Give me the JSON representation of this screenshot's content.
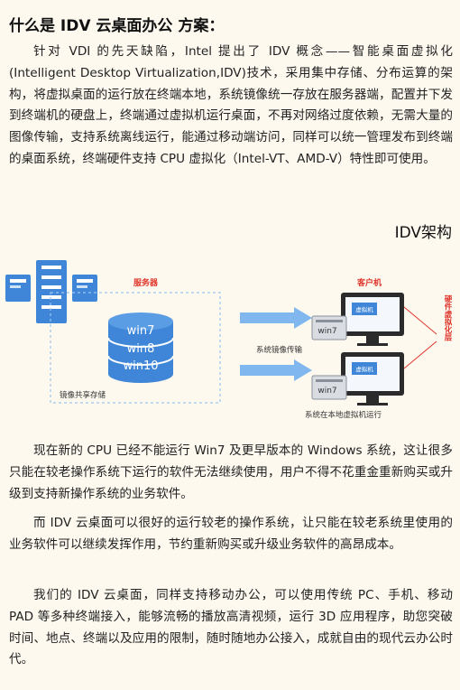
{
  "document": {
    "title": "什么是 IDV 云桌面办公 方案：",
    "intro": "针对 VDI 的先天缺陷，Intel 提出了 IDV 概念——智能桌面虚拟化(Intelligent Desktop Virtualization,IDV)技术，采用集中存储、分布运算的架构，将虚拟桌面的运行放在终端本地，系统镜像统一存放在服务器端，配置并下发到终端机的硬盘上，终端通过虚拟机运行桌面，不再对网络过度依赖，无需大量的图像传输，支持系统离线运行，能通过移动端访问，同样可以统一管理发布到终端的桌面系统，终端硬件支持 CPU 虚拟化（Intel-VT、AMD-V）特性即可使用。",
    "section_title": "IDV架构",
    "paragraphs": [
      "现在新的 CPU 已经不能运行 Win7 及更早版本的 Windows 系统，这让很多只能在较老操作系统下运行的软件无法继续使用，用户不得不花重金重新购买或升级到支持新操作系统的业务软件。",
      "而 IDV 云桌面可以很好的运行较老的操作系统，让只能在较老系统里使用的业务软件可以继续发挥作用，节约重新购买或升级业务软件的高昂成本。",
      "我们的 IDV 云桌面，同样支持移动办公，可以使用传统 PC、手机、移动 PAD 等多种终端接入，能够流畅的播放高清视频，运行 3D 应用程序，助您突破时间、地点、终端以及应用的限制，随时随地办公接入，成就自由的现代云办公时代。"
    ]
  },
  "diagram": {
    "server_label": "服务器",
    "storage_label": "镜像共享存储",
    "os_images": [
      "win7",
      "win8",
      "win10"
    ],
    "transfer_label": "系统镜像传输",
    "client_label": "客户机",
    "vm_label": "虚拟机",
    "vm_os": "win7",
    "vm_run_label": "系统在本地虚拟机运行",
    "hw_virt_label": "硬件虚拟化层",
    "colors": {
      "accent_blue": "#3f86d8",
      "light_blue": "#7fb7ee",
      "red": "#e0352b",
      "dark": "#2b2b2b"
    }
  }
}
